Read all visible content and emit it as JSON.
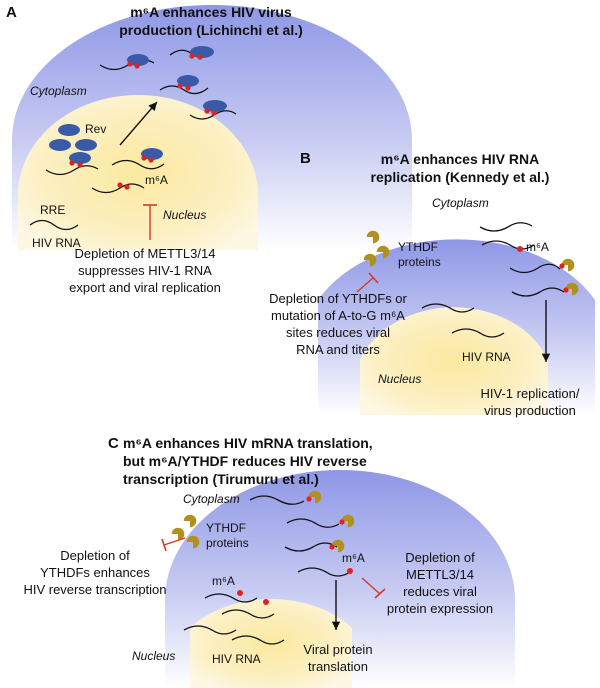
{
  "panel_a": {
    "letter": "A",
    "title_line1": "m⁶A enhances HIV virus",
    "title_line2": "production (Lichinchi et al.)",
    "cytoplasm": "Cytoplasm",
    "rev": "Rev",
    "m6a": "m⁶A",
    "rre": "RRE",
    "hiv_rna": "HIV RNA",
    "nucleus": "Nucleus",
    "note_line1": "Depletion of METTL3/14",
    "note_line2": "suppresses HIV-1 RNA",
    "note_line3": "export and viral replication"
  },
  "panel_b": {
    "letter": "B",
    "title_line1": "m⁶A enhances HIV RNA",
    "title_line2": "replication (Kennedy et al.)",
    "cytoplasm": "Cytoplasm",
    "ythdf_line1": "YTHDF",
    "ythdf_line2": "proteins",
    "m6a": "m⁶A",
    "note_line1": "Depletion of YTHDFs or",
    "note_line2": "mutation of A-to-G m⁶A",
    "note_line3": "sites reduces viral",
    "note_line4": "RNA and titers",
    "hiv_rna": "HIV RNA",
    "nucleus": "Nucleus",
    "outcome_line1": "HIV-1 replication/",
    "outcome_line2": "virus production"
  },
  "panel_c": {
    "letter": "C",
    "title_line1": "m⁶A enhances HIV mRNA translation,",
    "title_line2": "but m⁶A/YTHDF reduces HIV reverse",
    "title_line3": "transcription (Tirumuru et al.)",
    "cytoplasm": "Cytoplasm",
    "ythdf_line1": "YTHDF",
    "ythdf_line2": "proteins",
    "left_note_line1": "Depletion of",
    "left_note_line2": "YTHDFs enhances",
    "left_note_line3": "HIV reverse transcription",
    "m6a_cyto": "m⁶A",
    "m6a_nuc": "m⁶A",
    "right_note_line1": "Depletion of",
    "right_note_line2": "METTL3/14",
    "right_note_line3": "reduces viral",
    "right_note_line4": "protein expression",
    "outcome_line1": "Viral protein",
    "outcome_line2": "translation",
    "nucleus": "Nucleus",
    "hiv_rna": "HIV RNA"
  },
  "colors": {
    "cytoplasm_top": "#8f97e6",
    "cytoplasm_bottom": "#ffffff",
    "nucleus_center": "#fbeaa6",
    "nucleus_edge": "#fdf6d8",
    "rev_protein": "#3a5aa8",
    "ythdf_protein": "#b0911e",
    "m6a_mark": "#e0231f",
    "inhibition": "#d2392b",
    "text": "#111111"
  }
}
